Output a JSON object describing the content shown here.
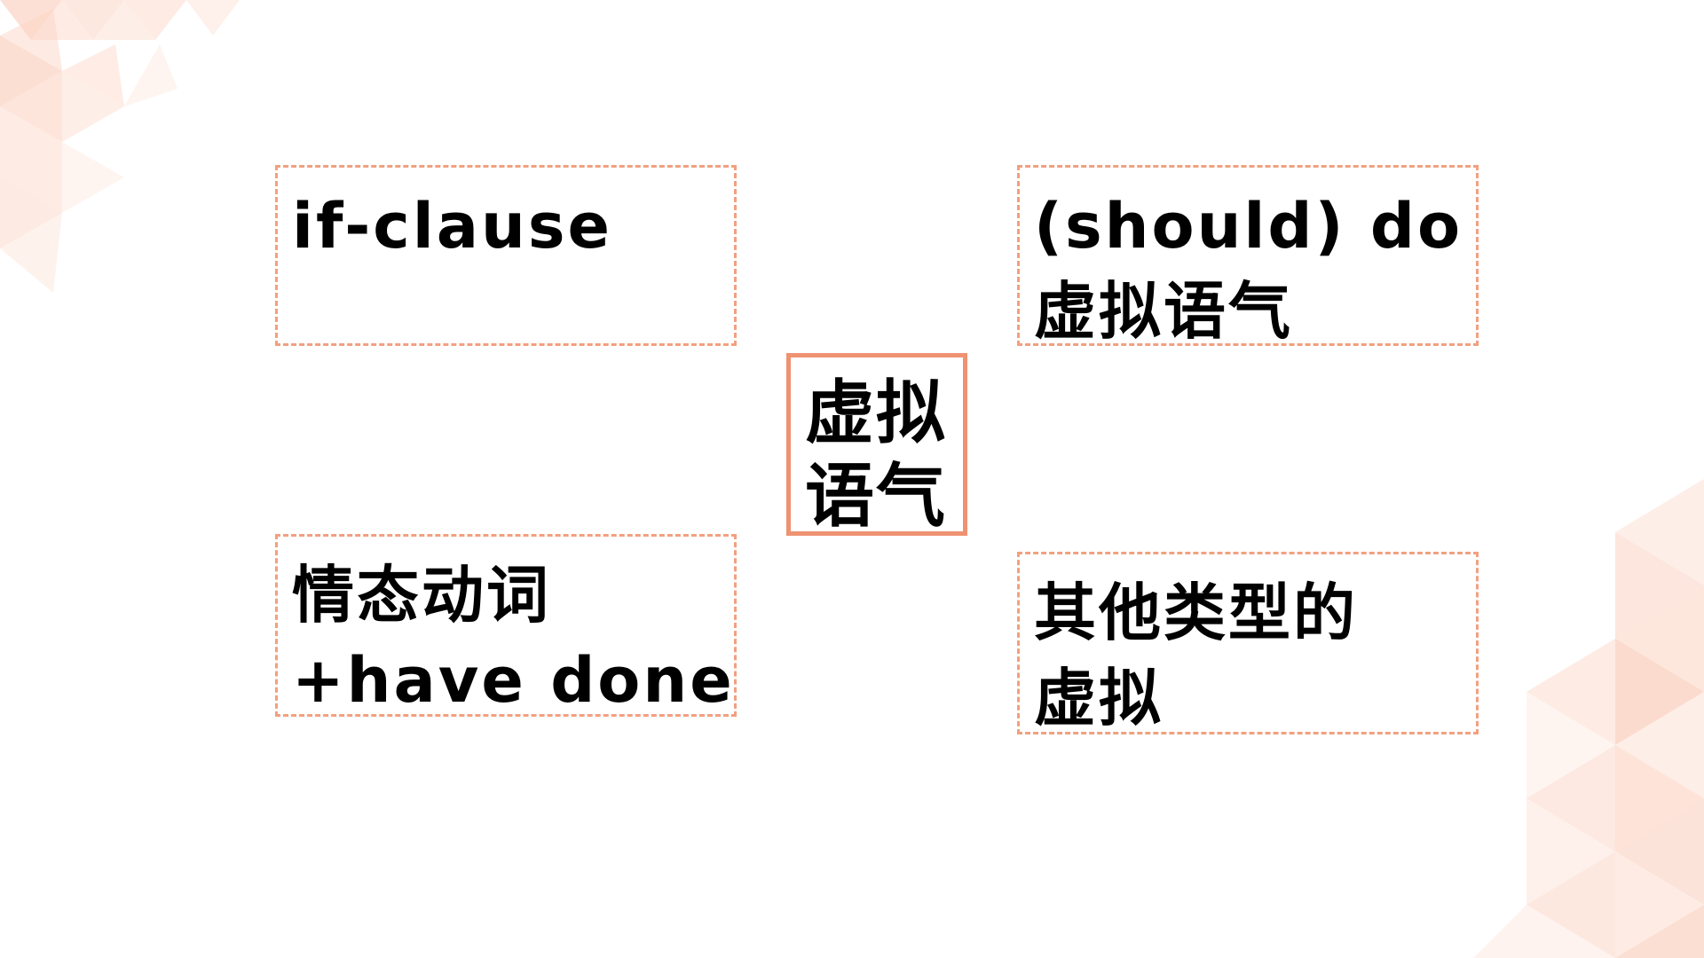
{
  "slide": {
    "center": {
      "line1": "虚拟",
      "line2": "语气"
    },
    "boxes": {
      "top_left": {
        "line1": "if-clause"
      },
      "top_right": {
        "line1": "(should) do",
        "line2": "虚拟语气"
      },
      "bottom_left": {
        "line1": "情态动词",
        "line2": "+have done"
      },
      "bottom_right": {
        "line1": "其他类型的",
        "line2": "虚拟"
      }
    }
  },
  "colors": {
    "dashed_border": "#f2a07f",
    "center_border": "#ee9271",
    "decoration": "#f9c7b3",
    "text": "#000000",
    "background": "#ffffff"
  }
}
